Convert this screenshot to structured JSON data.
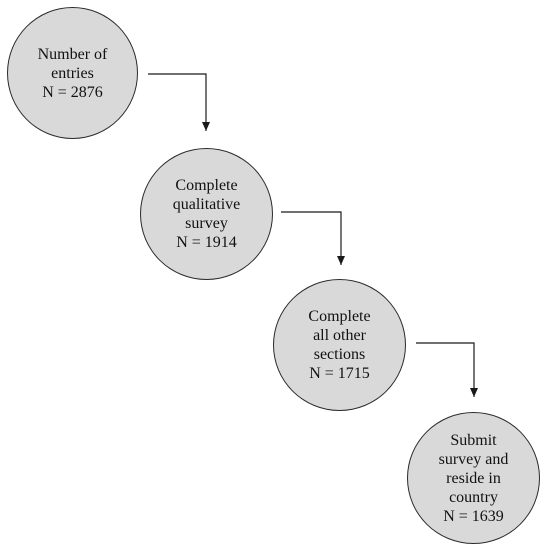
{
  "diagram": {
    "colors": {
      "node_fill": "#d9d9d9",
      "node_border": "#2b2b2b",
      "connector": "#1a1a1a"
    },
    "nodes": [
      {
        "lines": [
          "Number of",
          "entries",
          "N = 2876"
        ]
      },
      {
        "lines": [
          "Complete",
          "qualitative",
          "survey",
          "N = 1914"
        ]
      },
      {
        "lines": [
          "Complete",
          "all other",
          "sections",
          "N = 1715"
        ]
      },
      {
        "lines": [
          "Submit",
          "survey and",
          "reside in",
          "country",
          "N = 1639"
        ]
      }
    ]
  }
}
